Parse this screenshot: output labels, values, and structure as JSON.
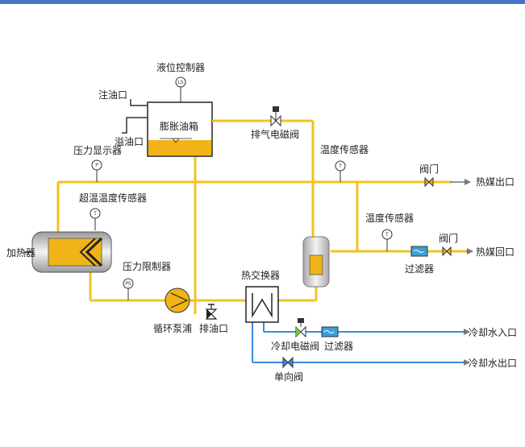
{
  "colors": {
    "oil_line": "#f2c21f",
    "water_line": "#3a8be0",
    "tank_oil": "#f0b418",
    "equipment_stroke": "#222222",
    "filter_fill": "#3aa0d8",
    "top_bar": "#4a73c8"
  },
  "labels": {
    "level_controller": "液位控制器",
    "oil_inlet": "注油口",
    "overflow_port": "溢油口",
    "expansion_tank": "膨胀油箱",
    "exhaust_solenoid_valve": "排气电磁阀",
    "pressure_display": "压力显示器",
    "temp_sensor_top": "温度传感器",
    "valve_out": "阀门",
    "hot_oil_outlet": "热媒出口",
    "overtemp_sensor": "超温温度传感器",
    "temp_sensor_right": "温度传感器",
    "valve_return": "阀门",
    "heater": "加热器",
    "filter_right": "过滤器",
    "hot_oil_return": "热媒回口",
    "pressure_limiter": "压力限制器",
    "heat_exchanger": "热交换器",
    "circulation_pump": "循环泵浦",
    "drain_port": "排油口",
    "cooling_solenoid_valve": "冷却电磁阀",
    "filter_bottom": "过滤器",
    "cooling_water_inlet": "冷却水入口",
    "check_valve": "单向阀",
    "cooling_water_outlet": "冷却水出口"
  },
  "gauges": {
    "level_controller": "LS",
    "pressure_display": "P",
    "temp_sensor_top": "T",
    "overtemp_sensor": "T",
    "temp_sensor_right": "T",
    "pressure_limiter": "PS"
  }
}
